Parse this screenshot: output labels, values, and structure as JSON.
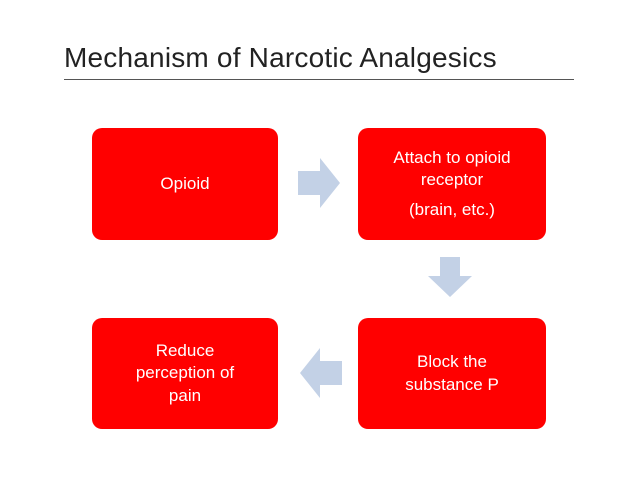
{
  "slide": {
    "title": "Mechanism of Narcotic Analgesics"
  },
  "colors": {
    "box_fill": "#ff0000",
    "box_text": "#ffffff",
    "arrow_fill": "#c3d1e6",
    "title_text": "#222222"
  },
  "flow": {
    "opioid": {
      "lines": [
        "Opioid"
      ]
    },
    "attach": {
      "lines": [
        "Attach to opioid",
        "receptor"
      ],
      "note": "(brain, etc.)"
    },
    "block": {
      "lines": [
        "Block the",
        "substance P"
      ]
    },
    "reduce": {
      "lines": [
        "Reduce",
        "perception of",
        "pain"
      ]
    }
  },
  "arrows": [
    "right-arrow-icon",
    "down-arrow-icon",
    "left-arrow-icon"
  ]
}
